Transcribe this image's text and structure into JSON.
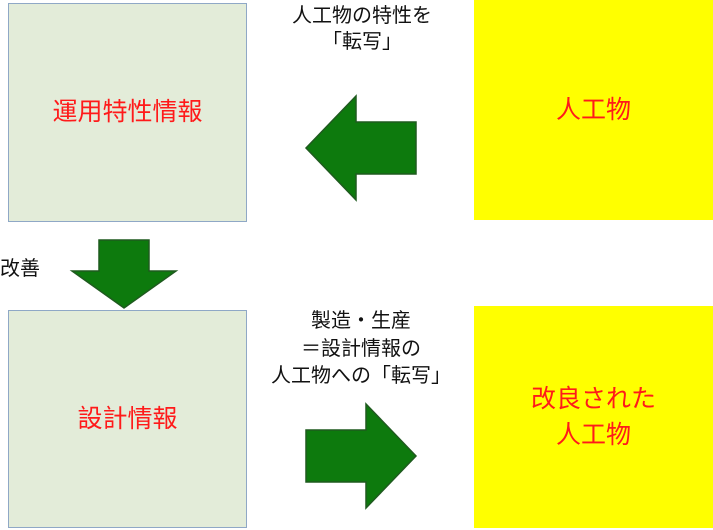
{
  "colors": {
    "green_box_fill": "#e3ecd9",
    "green_box_border": "#8fa8c6",
    "yellow_box_fill": "#ffff00",
    "arrow_fill": "#0d7a0d",
    "arrow_stroke": "#1f5a1f",
    "label_red": "#ff1a1a"
  },
  "boxes": {
    "operational_info": {
      "label": "運用特性情報"
    },
    "artifact": {
      "label": "人工物"
    },
    "design_info": {
      "label": "設計情報"
    },
    "improved_artifact": {
      "lines": [
        "改良された",
        "人工物"
      ]
    }
  },
  "notes": {
    "top_caption": {
      "lines": [
        "人工物の特性を",
        "「転写」"
      ]
    },
    "improve": {
      "label": "改善"
    },
    "bottom_caption": {
      "lines": [
        "製造・生産",
        "＝設計情報の",
        "人工物への「転写」"
      ]
    }
  },
  "arrows": [
    {
      "name": "transfer-left-arrow",
      "direction": "left"
    },
    {
      "name": "improve-down-arrow",
      "direction": "down"
    },
    {
      "name": "manufacture-right-arrow",
      "direction": "right"
    }
  ]
}
